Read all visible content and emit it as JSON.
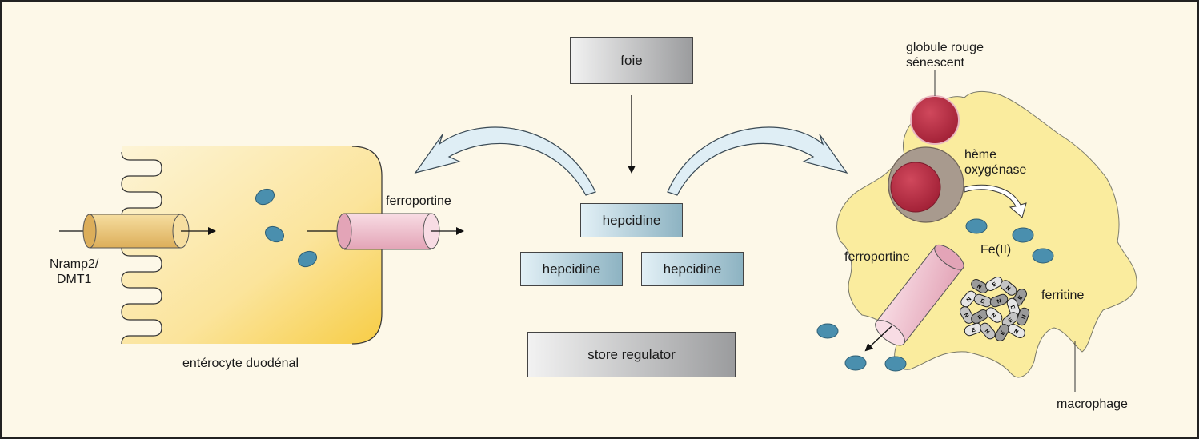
{
  "center": {
    "liver_label": "foie",
    "hepcidin_labels": [
      "hepcidine",
      "hepcidine",
      "hepcidine"
    ],
    "store_label": "store regulator"
  },
  "enterocyte": {
    "name": "entérocyte duodénal",
    "importer": "Nramp2/\nDMT1",
    "exporter": "ferroportine"
  },
  "macrophage": {
    "name": "macrophage",
    "red_cell": "globule rouge\nsénescent",
    "enzyme": "hème\noxygénase",
    "iron_species": "Fe(II)",
    "exporter": "ferroportine",
    "storage_protein": "ferritine",
    "ferritin_subunit_letters": [
      "N",
      "E"
    ]
  },
  "colors": {
    "background": "#fdf8e8",
    "cell_yellow": "#fbe99a",
    "enterocyte_yellow": "#f9d45c",
    "iron_dot": "#4a8fae",
    "red_cell": "#b8283e",
    "channel_tan": "#e9c77c",
    "channel_pink": "#f0c4d0",
    "arrow_blue": "#dfeef5"
  }
}
